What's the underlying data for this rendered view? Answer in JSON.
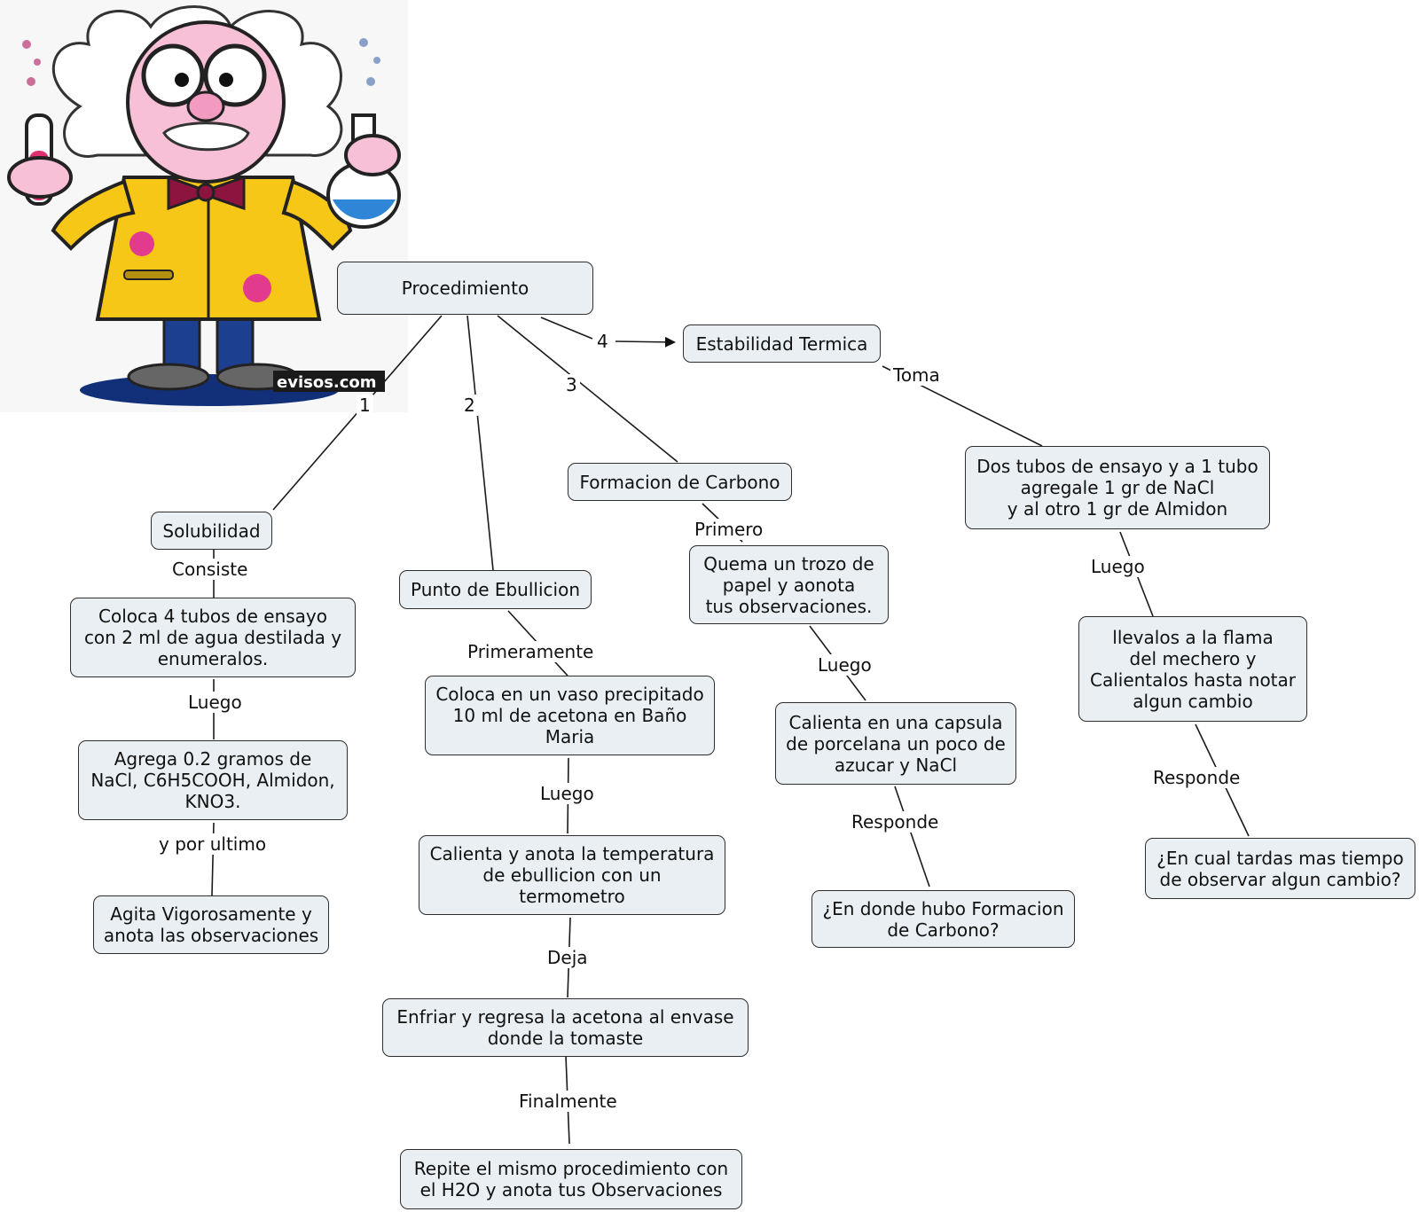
{
  "colors": {
    "node_fill": "#e9eff2",
    "node_border": "#2e2e2e",
    "line": "#1a1a1a",
    "coat": "#f6c717",
    "skin": "#f7c0d6"
  },
  "illustration": {
    "watermark": "evisos.com",
    "icon": "mad-scientist-illustration"
  },
  "nodes": {
    "procedimiento": "Procedimiento",
    "estabilidad": "Estabilidad Termica",
    "solubilidad": "Solubilidad",
    "punto_ebullicion": "Punto de Ebullicion",
    "formacion_carbono": "Formacion de Carbono",
    "dos_tubos": "Dos tubos de ensayo y a 1 tubo\nagregale 1 gr de NaCl\ny al otro 1 gr de Almidon",
    "llevalos": "llevalos a la flama\ndel mechero y\nCalientalos hasta notar\nalgun cambio",
    "pregunta_tiempo": "¿En cual tardas mas tiempo\nde observar algun cambio?",
    "coloca_tubos": "Coloca 4 tubos de ensayo\ncon 2 ml de agua destilada y\nenumeralos.",
    "agrega": "Agrega 0.2 gramos de\nNaCl, C6H5COOH, Almidon,\nKNO3.",
    "agita": "Agita Vigorosamente y\nanota las observaciones",
    "coloca_vaso": "Coloca en un vaso precipitado\n10 ml de acetona en Baño\nMaria",
    "calienta_temp": "Calienta y anota la temperatura\nde ebullicion con un\ntermometro",
    "enfriar": "Enfriar y regresa la acetona al envase\ndonde la tomaste",
    "repite": "Repite el mismo procedimiento con\nel H2O y anota tus Observaciones",
    "quema": "Quema un trozo de\npapel y aonota\ntus observaciones.",
    "calienta_capsula": "Calienta en una capsula\nde porcelana un poco de\nazucar y NaCl",
    "pregunta_carbono": "¿En donde hubo Formacion\nde Carbono?"
  },
  "links": {
    "n1": "1",
    "n2": "2",
    "n3": "3",
    "n4": "4",
    "toma": "Toma",
    "luego_e": "Luego",
    "responde_e": "Responde",
    "consiste": "Consiste",
    "luego_s": "Luego",
    "por_ultimo": "y por ultimo",
    "primeramente": "Primeramente",
    "luego_p": "Luego",
    "deja": "Deja",
    "finalmente": "Finalmente",
    "primero": "Primero",
    "luego_f": "Luego",
    "responde_f": "Responde"
  }
}
